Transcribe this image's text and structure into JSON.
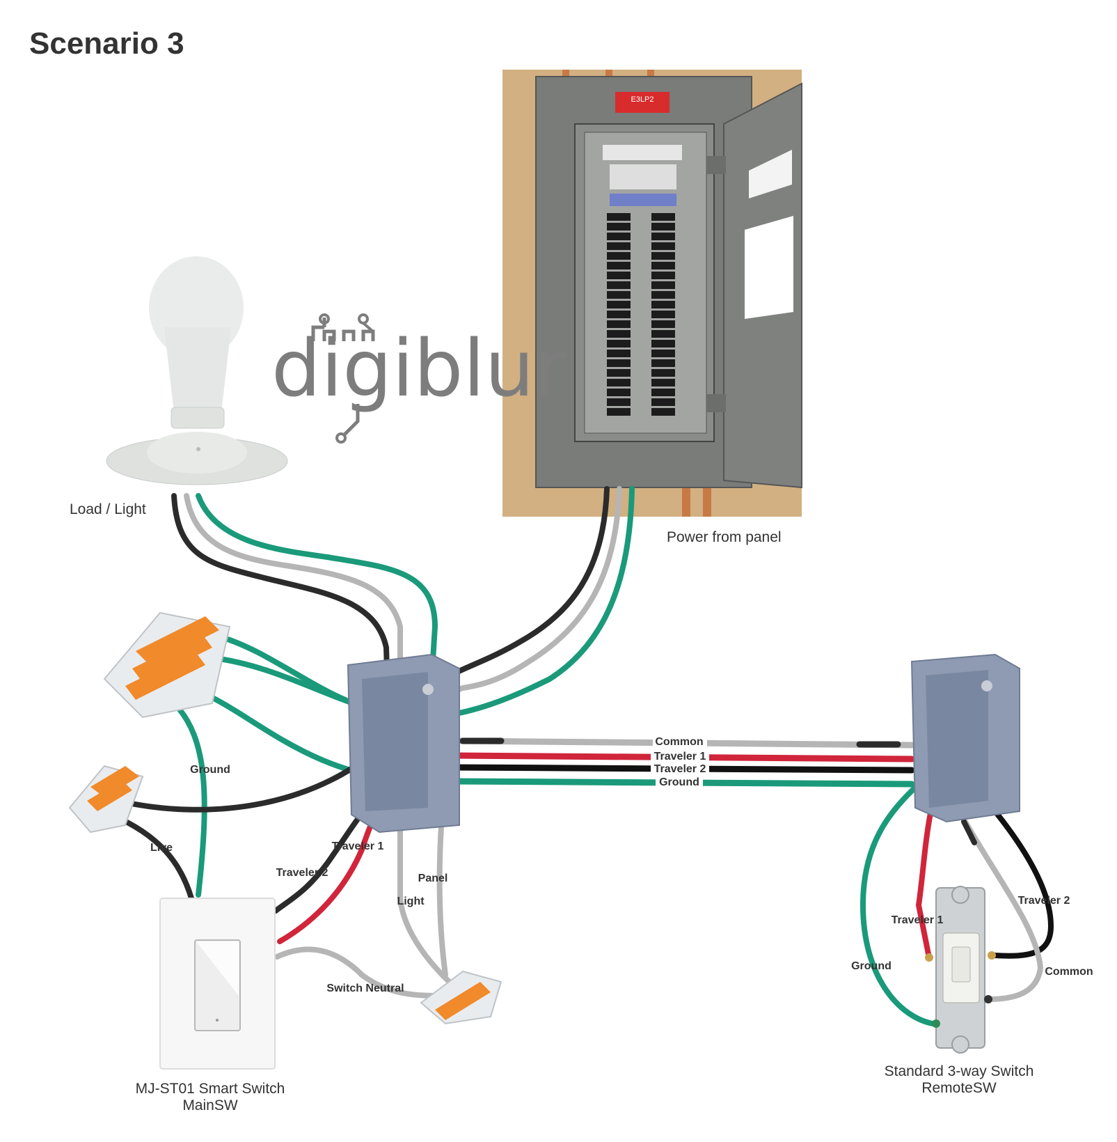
{
  "title": "Scenario 3",
  "logo_text": "digiblur",
  "panel": {
    "caption": "Power from panel",
    "tag_text": "E3LP2"
  },
  "load": {
    "caption": "Load / Light"
  },
  "main_switch": {
    "caption_line1": "MJ-ST01 Smart Switch",
    "caption_line2": "MainSW"
  },
  "remote_switch": {
    "caption_line1": "Standard 3-way Switch",
    "caption_line2": "RemoteSW"
  },
  "wire_labels": {
    "common": "Common",
    "traveler1": "Traveler 1",
    "traveler2": "Traveler 2",
    "ground": "Ground",
    "left_ground": "Ground",
    "live": "Live",
    "left_traveler1": "Traveler 1",
    "left_traveler2": "Traveler 2",
    "panel": "Panel",
    "light": "Light",
    "switch_neutral": "Switch Neutral",
    "right_traveler1": "Traveler 1",
    "right_traveler2": "Traveler 2",
    "right_ground": "Ground",
    "right_common": "Common"
  },
  "colors": {
    "hot": "#2b2b2b",
    "neutral": "#b5b5b5",
    "ground": "#1a9a7a",
    "traveler_red": "#d0253a",
    "wago_orange": "#f08a2a",
    "box_blue": "#8e9bb3"
  }
}
